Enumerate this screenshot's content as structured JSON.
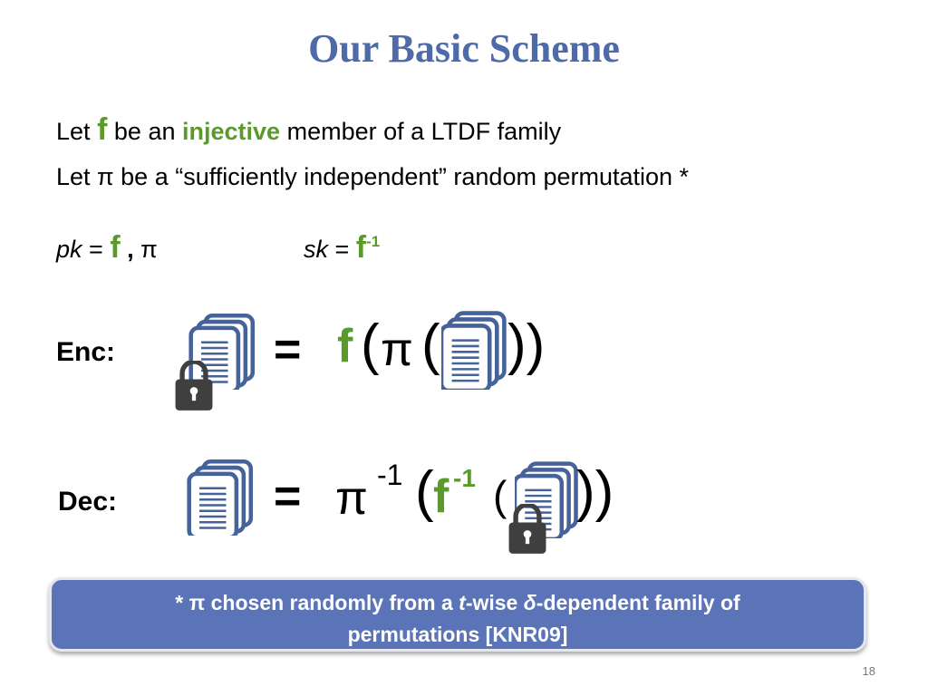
{
  "slide": {
    "title": "Our Basic Scheme",
    "line1": {
      "pre": "Let",
      "f": "f",
      "mid": "be an",
      "injective": "injective",
      "post": "member of a LTDF family"
    },
    "line2": "Let π be a “sufficiently independent” random permutation *",
    "keys": {
      "pk_label": "pk",
      "pk_eq": " = ",
      "pk_f": "f",
      "pk_comma": " ,",
      "pk_pi": " π",
      "sk_label": "sk",
      "sk_eq": " = ",
      "sk_f": "f",
      "sk_exp": "-1"
    },
    "enc": {
      "label": "Enc:",
      "equals": "=",
      "f": "f",
      "open": "(",
      "pi": "π",
      "open2": "(",
      "close": "))"
    },
    "dec": {
      "label": "Dec:",
      "equals": "=",
      "pi": "π",
      "pi_exp": "-1",
      "open": "(",
      "f": "f",
      "f_exp": "-1",
      "open2": "(",
      "close": "))"
    },
    "callout": {
      "l1_a": "* π chosen randomly from a ",
      "l1_t": "t",
      "l1_b": "-wise ",
      "l1_delta": "δ",
      "l1_c": "-dependent family of",
      "l2": "permutations [KNR09]"
    },
    "page_number": "18"
  },
  "colors": {
    "title": "#4e6aa8",
    "accent_green": "#5b9a2a",
    "callout_bg": "#5b74b8",
    "doc_blue": "#46629a",
    "lock": "#3f3f3f"
  },
  "icons": [
    "document-icon",
    "lock-icon"
  ]
}
